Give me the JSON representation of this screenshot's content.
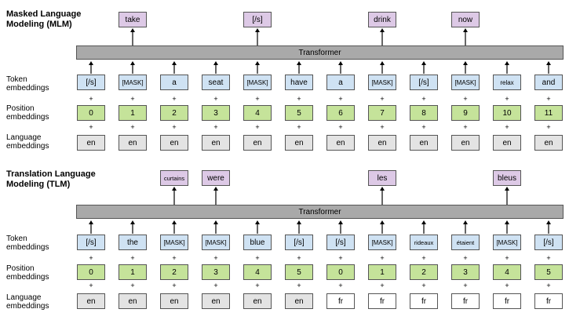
{
  "mlm": {
    "title_line1": "Masked Language",
    "title_line2": "Modeling (MLM)",
    "transformer_label": "Transformer",
    "targets": [
      {
        "col": 1,
        "text": "take"
      },
      {
        "col": 4,
        "text": "[/s]"
      },
      {
        "col": 7,
        "text": "drink"
      },
      {
        "col": 9,
        "text": "now"
      }
    ],
    "tokens": [
      "[/s]",
      "[MASK]",
      "a",
      "seat",
      "[MASK]",
      "have",
      "a",
      "[MASK]",
      "[/s]",
      "[MASK]",
      "relax",
      "and"
    ],
    "positions": [
      "0",
      "1",
      "2",
      "3",
      "4",
      "5",
      "6",
      "7",
      "8",
      "9",
      "10",
      "11"
    ],
    "languages": [
      "en",
      "en",
      "en",
      "en",
      "en",
      "en",
      "en",
      "en",
      "en",
      "en",
      "en",
      "en"
    ]
  },
  "tlm": {
    "title_line1": "Translation Language",
    "title_line2": "Modeling (TLM)",
    "transformer_label": "Transformer",
    "targets": [
      {
        "col": 2,
        "text": "curtains"
      },
      {
        "col": 3,
        "text": "were"
      },
      {
        "col": 7,
        "text": "les"
      },
      {
        "col": 10,
        "text": "bleus"
      }
    ],
    "tokens": [
      "[/s]",
      "the",
      "[MASK]",
      "[MASK]",
      "blue",
      "[/s]",
      "[/s]",
      "[MASK]",
      "rideaux",
      "étaient",
      "[MASK]",
      "[/s]"
    ],
    "positions": [
      "0",
      "1",
      "2",
      "3",
      "4",
      "5",
      "0",
      "1",
      "2",
      "3",
      "4",
      "5"
    ],
    "languages": [
      "en",
      "en",
      "en",
      "en",
      "en",
      "en",
      "fr",
      "fr",
      "fr",
      "fr",
      "fr",
      "fr"
    ]
  },
  "row_labels": {
    "token_line1": "Token",
    "token_line2": "embeddings",
    "position_line1": "Position",
    "position_line2": "embeddings",
    "language_line1": "Language",
    "language_line2": "embeddings"
  },
  "plus_sign": "+",
  "colors": {
    "token": "#cfe2f3",
    "position": "#c5e39a",
    "language_en": "#e3e3e3",
    "language_fr": "#ffffff",
    "target": "#ddc9e6",
    "transformer": "#a9a9a9"
  }
}
